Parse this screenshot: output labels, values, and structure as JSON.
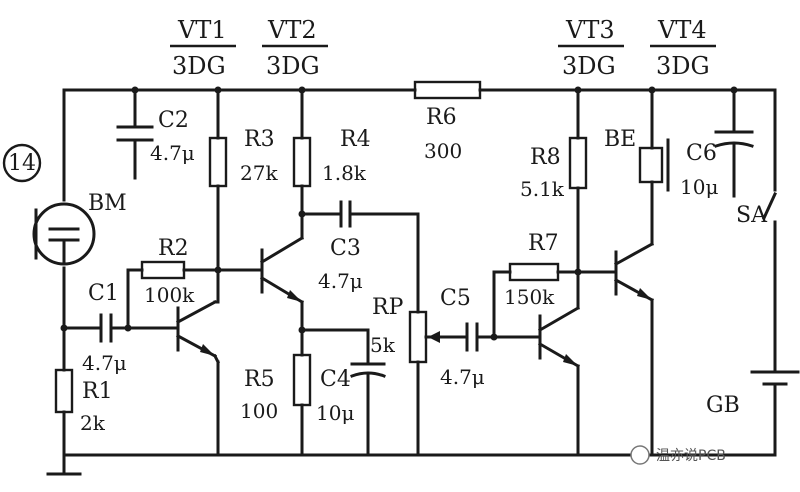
{
  "figure_number": "14",
  "watermark": "温亦说PCB",
  "components": {
    "VT1": {
      "name": "VT1",
      "type": "3DG"
    },
    "VT2": {
      "name": "VT2",
      "type": "3DG"
    },
    "VT3": {
      "name": "VT3",
      "type": "3DG"
    },
    "VT4": {
      "name": "VT4",
      "type": "3DG"
    },
    "C1": {
      "name": "C1",
      "value": "4.7μ"
    },
    "C2": {
      "name": "C2",
      "value": "4.7μ"
    },
    "C3": {
      "name": "C3",
      "value": "4.7μ"
    },
    "C4": {
      "name": "C4",
      "value": "10μ"
    },
    "C5": {
      "name": "C5",
      "value": "4.7μ"
    },
    "C6": {
      "name": "C6",
      "value": "10μ"
    },
    "R1": {
      "name": "R1",
      "value": "2k"
    },
    "R2": {
      "name": "R2",
      "value": "100k"
    },
    "R3": {
      "name": "R3",
      "value": "27k"
    },
    "R4": {
      "name": "R4",
      "value": "1.8k"
    },
    "R5": {
      "name": "R5",
      "value": "100"
    },
    "R6": {
      "name": "R6",
      "value": "300"
    },
    "R7": {
      "name": "R7",
      "value": "150k"
    },
    "R8": {
      "name": "R8",
      "value": "5.1k"
    },
    "RP": {
      "name": "RP",
      "value": "5k"
    },
    "BM": {
      "name": "BM"
    },
    "BE": {
      "name": "BE"
    },
    "SA": {
      "name": "SA"
    },
    "GB": {
      "name": "GB"
    }
  }
}
